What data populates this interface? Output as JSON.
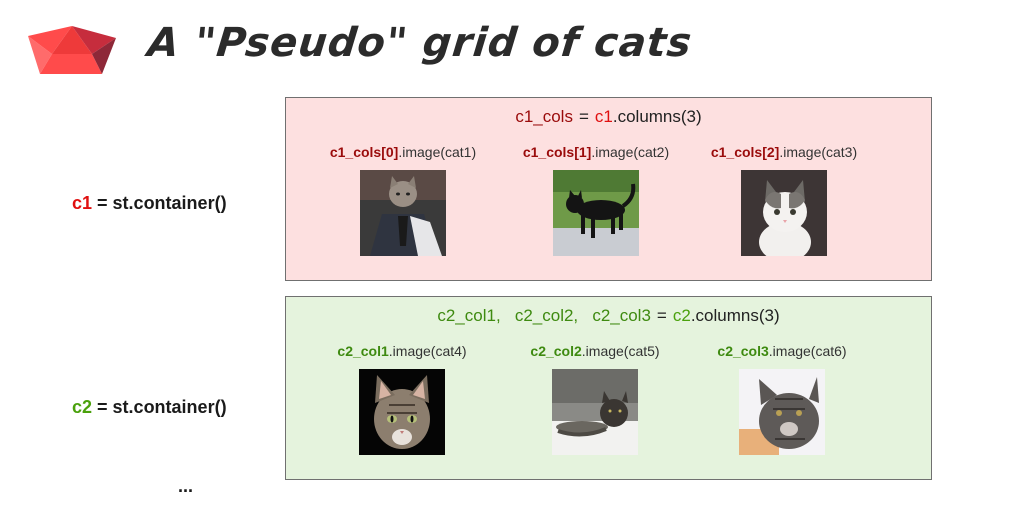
{
  "title": "A \"Pseudo\" grid of cats",
  "colors": {
    "red": "#e01010",
    "green": "#4aa10c",
    "c1_bg": "#fde0e0",
    "c2_bg": "#e5f3dd",
    "logo": "#ff4b4b"
  },
  "icons": {
    "logo": "streamlit-crown-icon"
  },
  "c1": {
    "var": "c1",
    "equals": " = ",
    "call": "st.container()",
    "head": {
      "cols_var": "c1_cols",
      "op": "=",
      "src": "c1",
      "call": ".columns(3)"
    },
    "columns": [
      {
        "ref": "c1_cols[0]",
        "call": ".image(cat1)",
        "image": "cat1"
      },
      {
        "ref": "c1_cols[1]",
        "call": ".image(cat2)",
        "image": "cat2"
      },
      {
        "ref": "c1_cols[2]",
        "call": ".image(cat3)",
        "image": "cat3"
      }
    ]
  },
  "c2": {
    "var": "c2",
    "equals": " = ",
    "call": "st.container()",
    "head": {
      "cols_var": "c2_col1,   c2_col2,   c2_col3",
      "op": "=",
      "src": "c2",
      "call": ".columns(3)"
    },
    "columns": [
      {
        "ref": "c2_col1",
        "call": ".image(cat4)",
        "image": "cat4"
      },
      {
        "ref": "c2_col2",
        "call": ".image(cat5)",
        "image": "cat5"
      },
      {
        "ref": "c2_col3",
        "call": ".image(cat6)",
        "image": "cat6"
      }
    ]
  },
  "ellipsis": "..."
}
